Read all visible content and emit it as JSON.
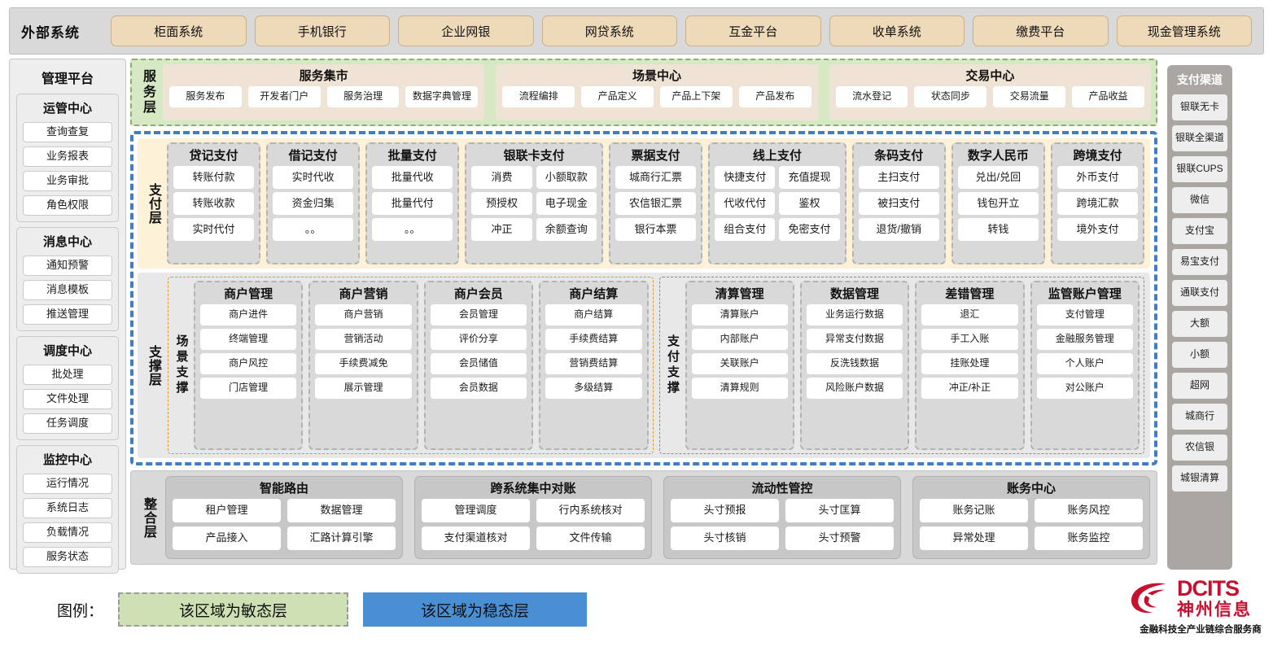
{
  "external": {
    "title": "外部系统",
    "items": [
      "柜面系统",
      "手机银行",
      "企业网银",
      "网贷系统",
      "互金平台",
      "收单系统",
      "缴费平台",
      "现金管理系统"
    ]
  },
  "left_sidebar": {
    "title": "管理平台",
    "groups": [
      {
        "title": "运管中心",
        "items": [
          "查询查复",
          "业务报表",
          "业务审批",
          "角色权限"
        ]
      },
      {
        "title": "消息中心",
        "items": [
          "通知预警",
          "消息模板",
          "推送管理"
        ]
      },
      {
        "title": "调度中心",
        "items": [
          "批处理",
          "文件处理",
          "任务调度"
        ]
      },
      {
        "title": "监控中心",
        "items": [
          "运行情况",
          "系统日志",
          "负载情况",
          "服务状态"
        ]
      }
    ]
  },
  "right_sidebar": {
    "title": "支付渠道",
    "items": [
      "银联无卡",
      "银联全渠道",
      "银联CUPS",
      "微信",
      "支付宝",
      "易宝支付",
      "通联支付",
      "大额",
      "小额",
      "超网",
      "城商行",
      "农信银",
      "城银清算"
    ]
  },
  "service_layer": {
    "label": "服务层",
    "groups": [
      {
        "title": "服务集市",
        "items": [
          "服务发布",
          "开发者门户",
          "服务治理",
          "数据字典管理"
        ]
      },
      {
        "title": "场景中心",
        "items": [
          "流程编排",
          "产品定义",
          "产品上下架",
          "产品发布"
        ]
      },
      {
        "title": "交易中心",
        "items": [
          "流水登记",
          "状态同步",
          "交易流量",
          "产品收益"
        ]
      }
    ]
  },
  "payment_layer": {
    "label": "支付层",
    "groups": [
      {
        "title": "贷记支付",
        "cols": 1,
        "rows": [
          [
            "转账付款"
          ],
          [
            "转账收款"
          ],
          [
            "实时代付"
          ]
        ]
      },
      {
        "title": "借记支付",
        "cols": 1,
        "rows": [
          [
            "实时代收"
          ],
          [
            "资金归集"
          ],
          [
            "。。"
          ]
        ]
      },
      {
        "title": "批量支付",
        "cols": 1,
        "rows": [
          [
            "批量代收"
          ],
          [
            "批量代付"
          ],
          [
            "。。"
          ]
        ]
      },
      {
        "title": "银联卡支付",
        "cols": 2,
        "rows": [
          [
            "消费",
            "小额取款"
          ],
          [
            "预授权",
            "电子现金"
          ],
          [
            "冲正",
            "余额查询"
          ]
        ]
      },
      {
        "title": "票据支付",
        "cols": 1,
        "rows": [
          [
            "城商行汇票"
          ],
          [
            "农信银汇票"
          ],
          [
            "银行本票"
          ]
        ]
      },
      {
        "title": "线上支付",
        "cols": 2,
        "rows": [
          [
            "快捷支付",
            "充值提现"
          ],
          [
            "代收代付",
            "鉴权"
          ],
          [
            "组合支付",
            "免密支付"
          ]
        ]
      },
      {
        "title": "条码支付",
        "cols": 1,
        "rows": [
          [
            "主扫支付"
          ],
          [
            "被扫支付"
          ],
          [
            "退货/撤销"
          ]
        ]
      },
      {
        "title": "数字人民币",
        "cols": 1,
        "rows": [
          [
            "兑出/兑回"
          ],
          [
            "钱包开立"
          ],
          [
            "转钱"
          ]
        ]
      },
      {
        "title": "跨境支付",
        "cols": 1,
        "rows": [
          [
            "外币支付"
          ],
          [
            "跨境汇款"
          ],
          [
            "境外支付"
          ]
        ]
      }
    ]
  },
  "support_layer": {
    "label": "支撑层",
    "blocks": [
      {
        "label": "场景支撑",
        "groups": [
          {
            "title": "商户管理",
            "items": [
              "商户进件",
              "终端管理",
              "商户风控",
              "门店管理"
            ]
          },
          {
            "title": "商户营销",
            "items": [
              "商户营销",
              "营销活动",
              "手续费减免",
              "展示管理"
            ]
          },
          {
            "title": "商户会员",
            "items": [
              "会员管理",
              "评价分享",
              "会员储值",
              "会员数据"
            ]
          },
          {
            "title": "商户结算",
            "items": [
              "商户结算",
              "手续费结算",
              "营销费结算",
              "多级结算"
            ]
          }
        ]
      },
      {
        "label": "支付支撑",
        "groups": [
          {
            "title": "清算管理",
            "items": [
              "清算账户",
              "内部账户",
              "关联账户",
              "清算规则"
            ]
          },
          {
            "title": "数据管理",
            "items": [
              "业务运行数据",
              "异常支付数据",
              "反洗钱数据",
              "风险账户数据"
            ]
          },
          {
            "title": "差错管理",
            "items": [
              "退汇",
              "手工入账",
              "挂账处理",
              "冲正/补正"
            ]
          },
          {
            "title": "监管账户管理",
            "items": [
              "支付管理",
              "金融服务管理",
              "个人账户",
              "对公账户"
            ]
          }
        ]
      }
    ]
  },
  "integration_layer": {
    "label": "整合层",
    "groups": [
      {
        "title": "智能路由",
        "rows": [
          [
            "租户管理",
            "数据管理"
          ],
          [
            "产品接入",
            "汇路计算引擎"
          ]
        ]
      },
      {
        "title": "跨系统集中对账",
        "rows": [
          [
            "管理调度",
            "行内系统核对"
          ],
          [
            "支付渠道核对",
            "文件传输"
          ]
        ]
      },
      {
        "title": "流动性管控",
        "rows": [
          [
            "头寸预报",
            "头寸匡算"
          ],
          [
            "头寸核销",
            "头寸预警"
          ]
        ]
      },
      {
        "title": "账务中心",
        "rows": [
          [
            "账务记账",
            "账务风控"
          ],
          [
            "异常处理",
            "账务监控"
          ]
        ]
      }
    ]
  },
  "legend": {
    "label": "图例：",
    "agile": "该区域为敏态层",
    "stable": "该区域为稳态层",
    "agile_color": "#cfe0b4",
    "stable_color": "#4a8fd4"
  },
  "logo": {
    "en": "DCITS",
    "cn": "神州信息",
    "tagline": "金融科技全产业链综合服务商",
    "color": "#c8102e"
  }
}
